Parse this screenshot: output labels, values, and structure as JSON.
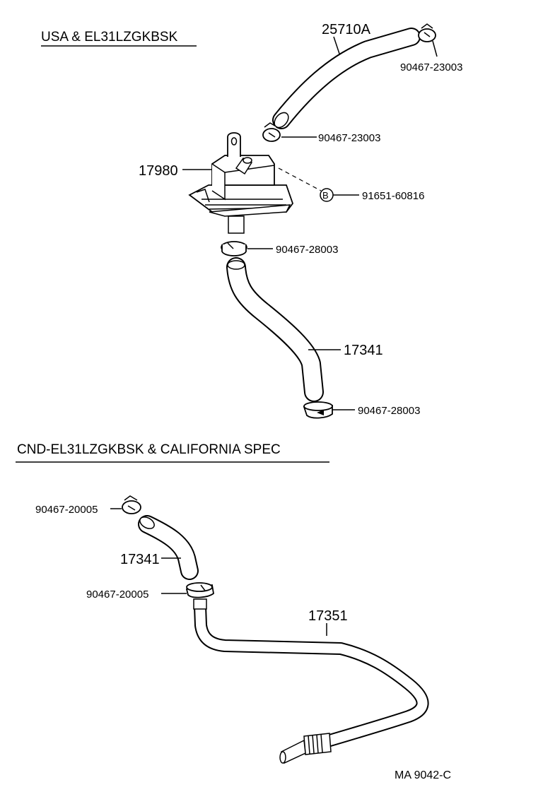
{
  "sections": {
    "top_title": "USA & EL31LZGKBSK",
    "bottom_title": "CND-EL31LZGKBSK & CALIFORNIA SPEC"
  },
  "parts": {
    "hose_25710A": "25710A",
    "clamp_top_right": "90467-23003",
    "clamp_top_mid": "90467-23003",
    "valve_17980": "17980",
    "bolt_marker": "B",
    "bolt_91651": "91651-60816",
    "clamp_28003_a": "90467-28003",
    "hose_17341_top": "17341",
    "clamp_28003_b": "90467-28003",
    "clamp_20005_a": "90467-20005",
    "hose_17341_bottom": "17341",
    "clamp_20005_b": "90467-20005",
    "pipe_17351": "17351"
  },
  "footer": {
    "ref_code": "MA  9042-C"
  }
}
